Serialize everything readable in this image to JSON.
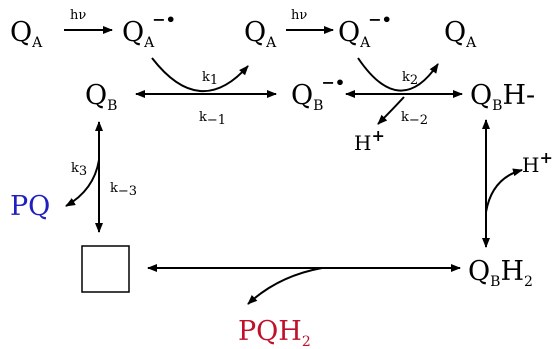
{
  "colors": {
    "ink": "#000000",
    "plastoquinone": "#2020c0",
    "plastoquinol": "#c0102a",
    "background": "#ffffff"
  },
  "species": {
    "qa": "Q",
    "qa_sub": "A",
    "qa_radical_sup": "−•",
    "qb": "Q",
    "qb_sub": "B",
    "qb_radical_sup": "−•",
    "qbh_minus": "H-",
    "qbh2_h": "H",
    "qbh2_sub": "2",
    "proton": "H",
    "proton_sup": "+",
    "pq": "PQ",
    "pqh2_main": "PQH",
    "pqh2_sub": "2"
  },
  "photon": "hν",
  "rates": {
    "k1": "k",
    "k1_sub": "1",
    "k_minus1": "k",
    "k_minus1_sub": "−1",
    "k2": "k",
    "k2_sub": "2",
    "k_minus2": "k",
    "k_minus2_sub": "−2",
    "k3": "k",
    "k3_sub": "3",
    "k_minus3": "k",
    "k_minus3_sub": "−3"
  }
}
